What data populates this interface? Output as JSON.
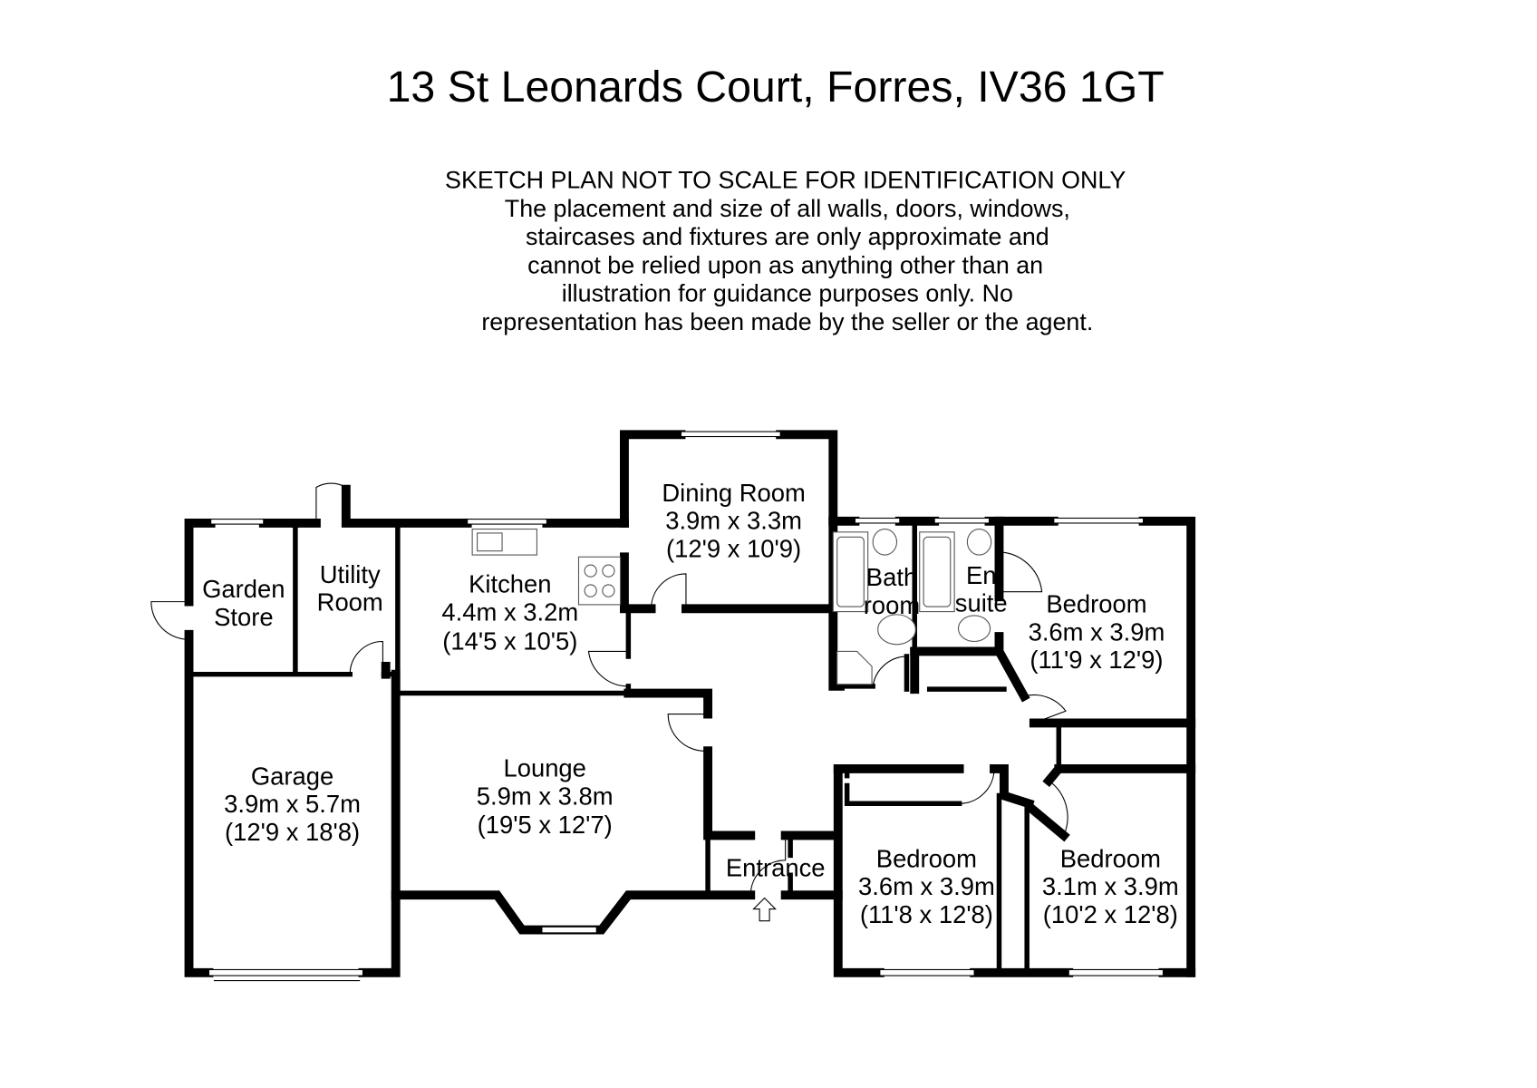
{
  "title": "13 St Leonards Court, Forres, IV36 1GT",
  "disclaimer": [
    "SKETCH PLAN NOT TO SCALE FOR IDENTIFICATION ONLY",
    "The placement and size of all walls, doors, windows,",
    "staircases and fixtures are only approximate and",
    "cannot be relied upon as anything other than an",
    "illustration for guidance purposes only.  No",
    "representation has been made by the seller or the agent."
  ],
  "rooms": {
    "garden_store": [
      "Garden",
      "Store"
    ],
    "utility": [
      "Utility",
      "Room"
    ],
    "kitchen": [
      "Kitchen",
      "4.4m x 3.2m",
      "(14'5 x 10'5)"
    ],
    "dining": [
      "Dining Room",
      "3.9m x 3.3m",
      "(12'9 x 10'9)"
    ],
    "bathroom": [
      "Bath",
      "room"
    ],
    "ensuite": [
      "En",
      "suite"
    ],
    "bedroom1": [
      "Bedroom",
      "3.6m x 3.9m",
      "(11'9 x 12'9)"
    ],
    "garage": [
      "Garage",
      "3.9m x 5.7m",
      "(12'9 x 18'8)"
    ],
    "lounge": [
      "Lounge",
      "5.9m x 3.8m",
      "(19'5 x 12'7)"
    ],
    "entrance": [
      "Entrance"
    ],
    "bedroom2": [
      "Bedroom",
      "3.6m x 3.9m",
      "(11'8 x 12'8)"
    ],
    "bedroom3": [
      "Bedroom",
      "3.1m x 3.9m",
      "(10'2 x 12'8)"
    ]
  }
}
